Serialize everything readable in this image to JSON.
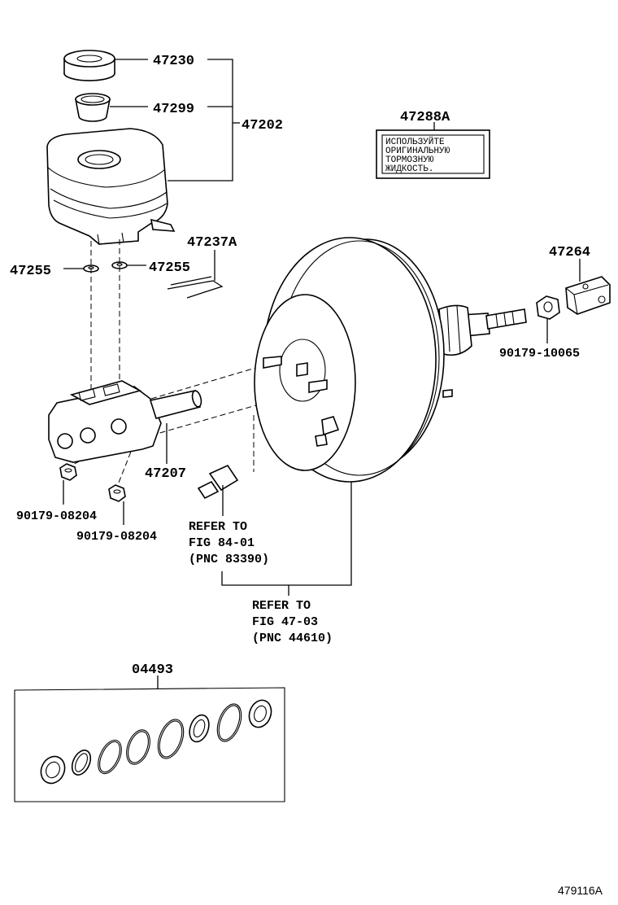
{
  "part_numbers": {
    "p47230": "47230",
    "p47299": "47299",
    "p47202": "47202",
    "p47288A": "47288A",
    "p47237A": "47237A",
    "p47255_left": "47255",
    "p47255_right": "47255",
    "p47264": "47264",
    "p90179_10065": "90179-10065",
    "p47207": "47207",
    "p90179_08204_a": "90179-08204",
    "p90179_08204_b": "90179-08204",
    "p04493": "04493"
  },
  "warning_label": {
    "line1": "ИСПОЛЬЗУЙТЕ",
    "line2": "ОРИГИНАЛЬНУЮ",
    "line3": "ТОРМОЗНУЮ",
    "line4": "ЖИДКОСТЬ."
  },
  "refer_notes": {
    "switch": {
      "line1": "REFER TO",
      "line2": "FIG 84-01",
      "line3": "(PNC 83390)"
    },
    "booster": {
      "line1": "REFER TO",
      "line2": "FIG 47-03",
      "line3": "(PNC 44610)"
    }
  },
  "figure_id": "479116A"
}
